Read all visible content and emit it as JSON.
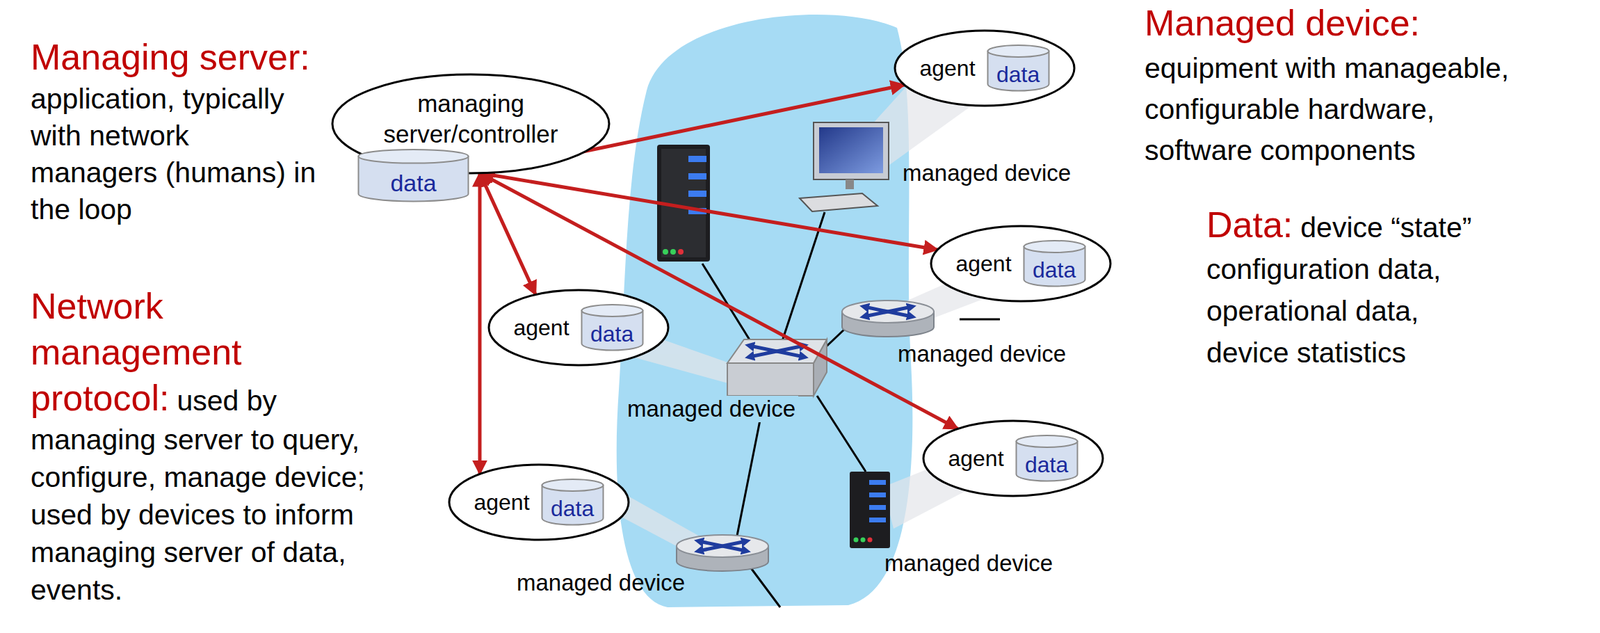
{
  "diagram": {
    "nodes": [
      {
        "text": [
          "managing server/controller"
        ]
      },
      {
        "text": [
          "data"
        ],
        "in": 0
      },
      {
        "text": [
          "agent"
        ]
      },
      {
        "text": [
          "data"
        ],
        "in": 2
      },
      {
        "text": [
          "agent"
        ]
      },
      {
        "text": [
          "data"
        ],
        "in": 4
      },
      {
        "text": [
          "agent"
        ]
      },
      {
        "text": [
          "data"
        ],
        "in": 6
      },
      {
        "text": [
          "agent"
        ]
      },
      {
        "text": [
          "data"
        ],
        "in": 8
      },
      {
        "text": [
          "agent"
        ]
      },
      {
        "text": [
          "data"
        ],
        "in": 10
      }
    ],
    "edges": [
      {
        "from": 0,
        "to": 2,
        "arrow": "both"
      },
      {
        "from": 0,
        "to": 4,
        "arrow": "both"
      },
      {
        "from": 0,
        "to": 6,
        "arrow": "both"
      },
      {
        "from": 0,
        "to": 8,
        "arrow": "both"
      },
      {
        "from": 0,
        "to": 10,
        "arrow": "both"
      }
    ],
    "labels": [
      "Managing server:",
      "application, typically with network managers (humans) in the loop",
      "Network management protocol:",
      "used by managing server to query, configure, manage device; used by devices to inform managing server of data, events.",
      "Managed device:",
      "equipment with manageable, configurable hardware, software components",
      "Data:",
      "device “state” configuration data, operational data, device statistics",
      "managed device",
      "managed device",
      "managed device",
      "managed device",
      "managed device"
    ]
  }
}
